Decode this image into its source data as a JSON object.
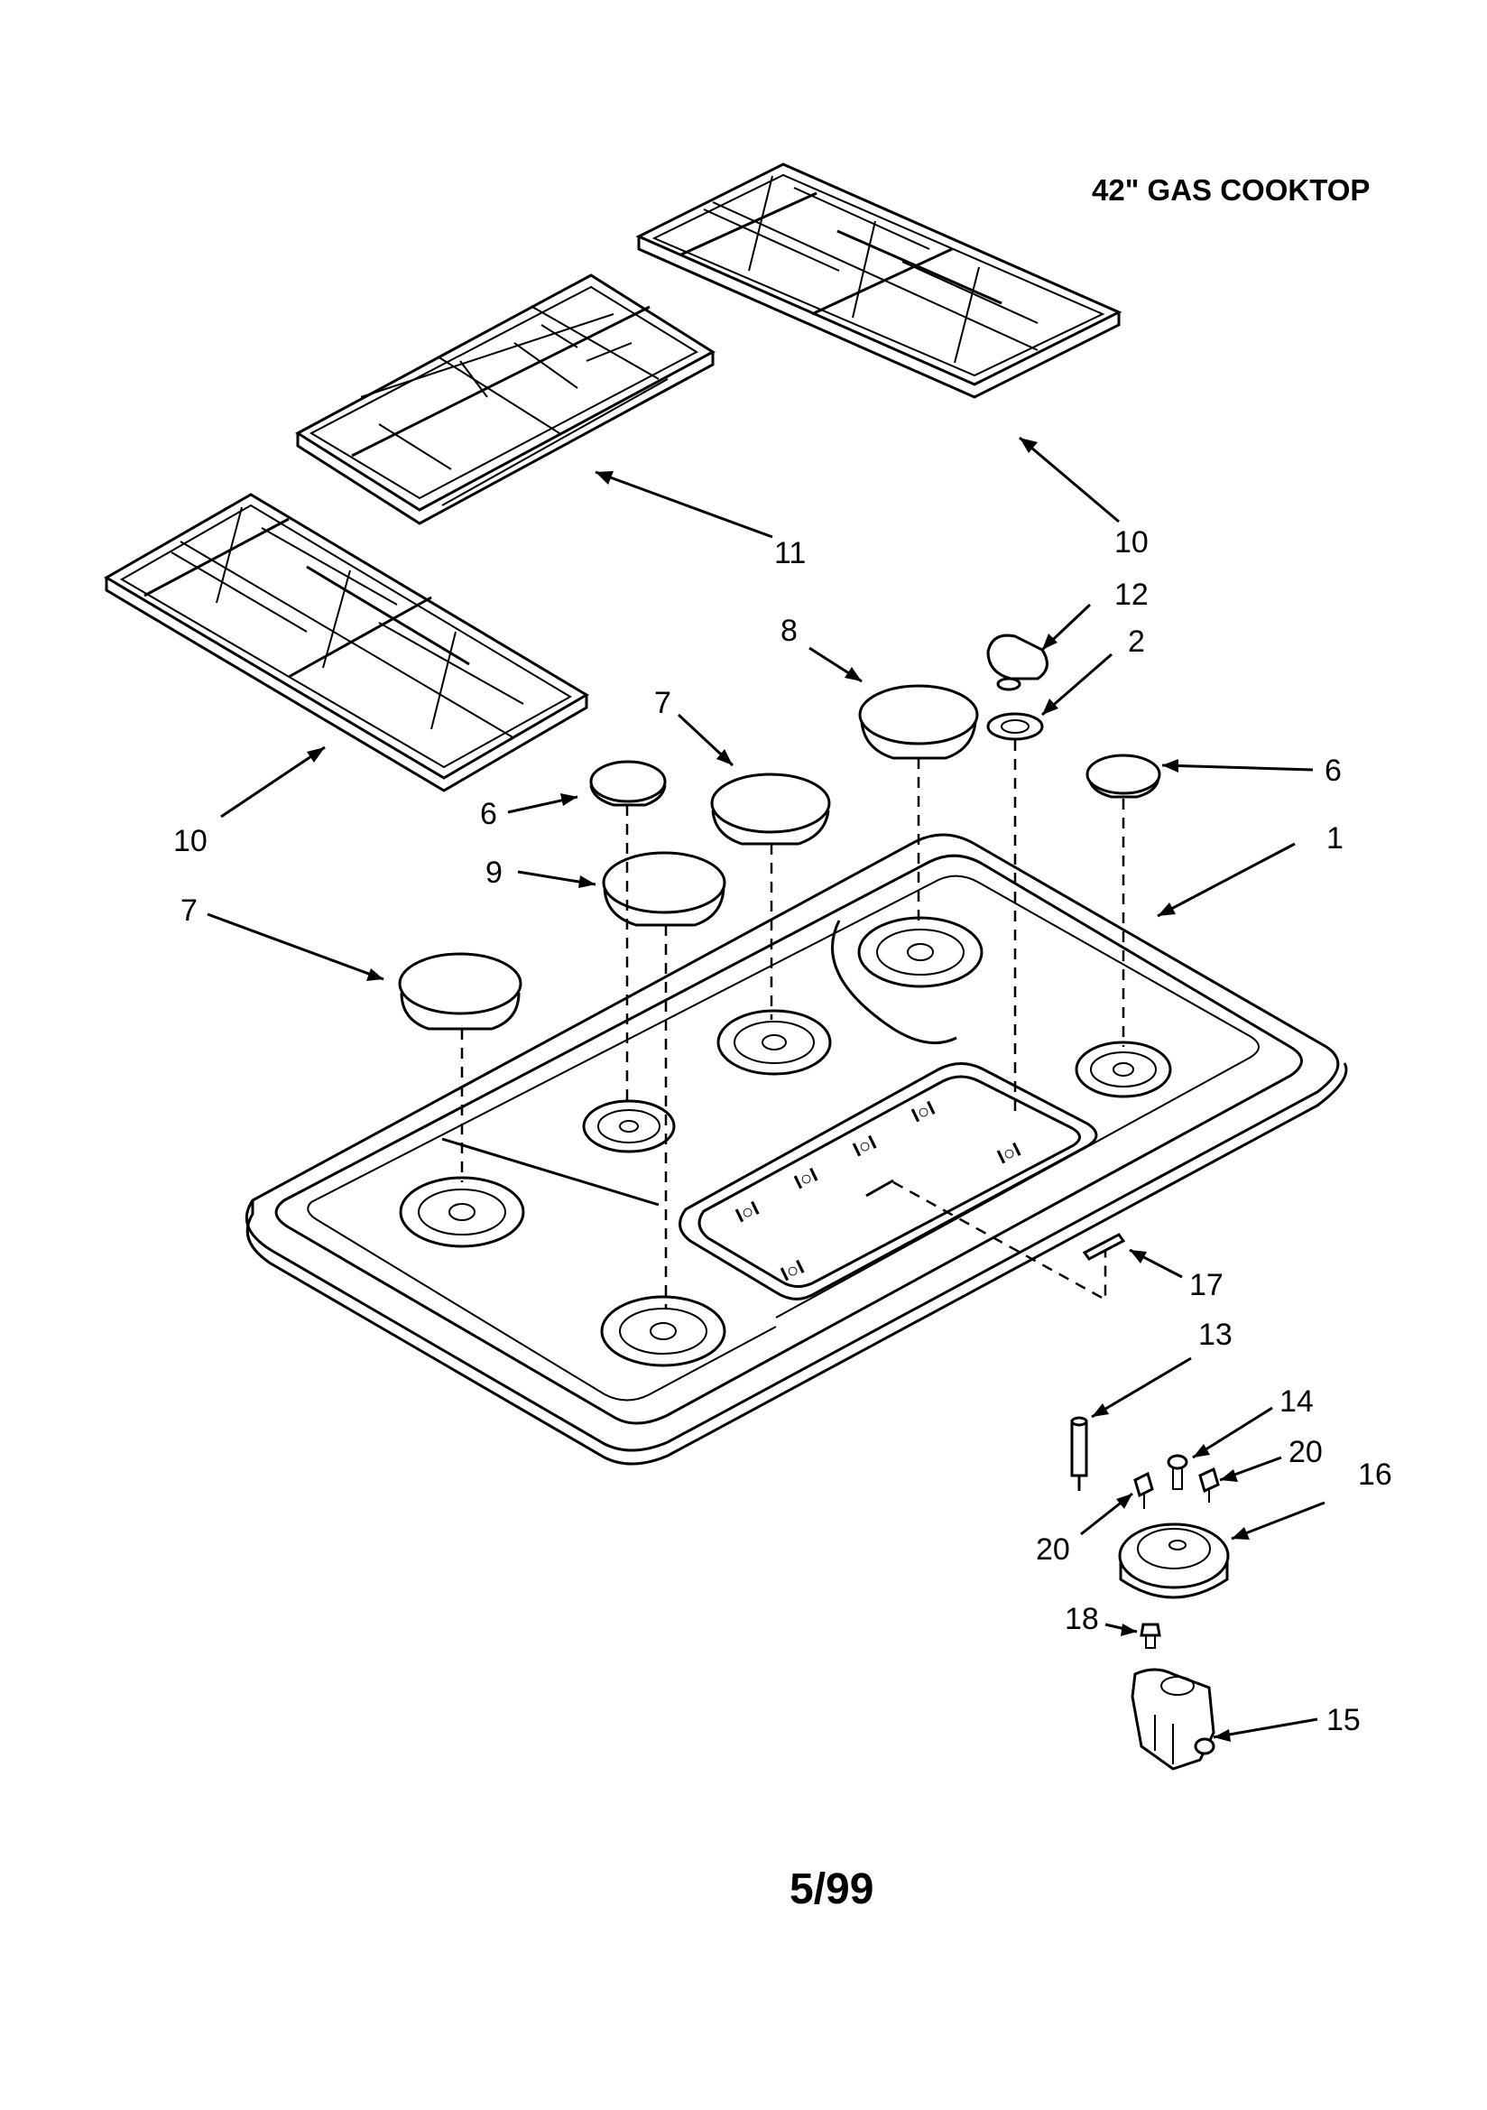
{
  "title": "42\" GAS COOKTOP",
  "footer": "5/99",
  "callouts": {
    "c10_top": "10",
    "c11": "11",
    "c10_left": "10",
    "c12": "12",
    "c2": "2",
    "c8": "8",
    "c7_mid": "7",
    "c6_right": "6",
    "c6_left": "6",
    "c1": "1",
    "c9": "9",
    "c7_left": "7",
    "c17": "17",
    "c13": "13",
    "c14": "14",
    "c20_right": "20",
    "c16": "16",
    "c20_left": "20",
    "c18": "18",
    "c15": "15"
  }
}
